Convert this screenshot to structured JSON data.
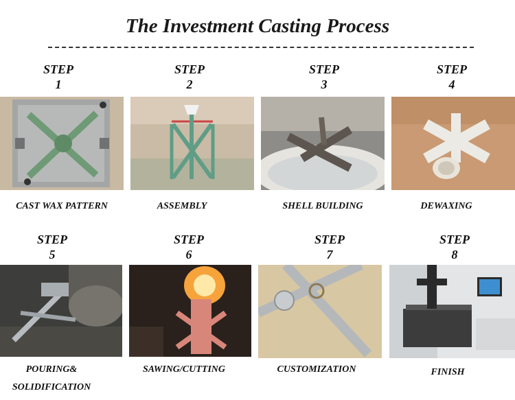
{
  "title": "The Investment Casting Process",
  "steps": [
    {
      "word": "STEP",
      "number": "1",
      "caption": "CAST WAX PATTERN"
    },
    {
      "word": "STEP",
      "number": "2",
      "caption": "ASSEMBLY"
    },
    {
      "word": "STEP",
      "number": "3",
      "caption": "SHELL BUILDING"
    },
    {
      "word": "STEP",
      "number": "4",
      "caption": "DEWAXING"
    },
    {
      "word": "STEP",
      "number": "5",
      "caption_line1": "POURING&",
      "caption_line2": "SOLIDIFICATION"
    },
    {
      "word": "STEP",
      "number": "6",
      "caption": "SAWING/CUTTING"
    },
    {
      "word": "STEP",
      "number": "7",
      "caption": "CUSTOMIZATION"
    },
    {
      "word": "STEP",
      "number": "8",
      "caption": "FINISH"
    }
  ]
}
